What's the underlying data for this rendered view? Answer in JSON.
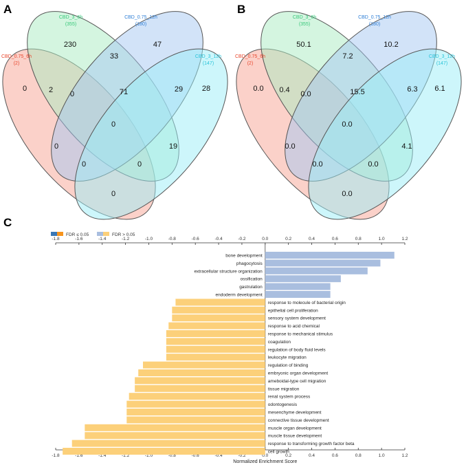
{
  "panels": {
    "a": "A",
    "b": "B",
    "c": "C"
  },
  "venn_sets": [
    {
      "name": "CBD_0.75_6h",
      "count": "(2)",
      "color": "#e8452c",
      "fill": "#f7a494"
    },
    {
      "name": "CBD_3_6h",
      "count": "(355)",
      "color": "#37c77a",
      "fill": "#a9ecc1"
    },
    {
      "name": "CBD_0.75_12h",
      "count": "(180)",
      "color": "#2f7fd6",
      "fill": "#a6c8f1"
    },
    {
      "name": "CBD_3_12h",
      "count": "(147)",
      "color": "#29c3d8",
      "fill": "#9beef7"
    }
  ],
  "chart_data": [
    {
      "type": "venn",
      "panel": "A",
      "sets": [
        "CBD_0.75_6h",
        "CBD_3_6h",
        "CBD_0.75_12h",
        "CBD_3_12h"
      ],
      "set_sizes": [
        2,
        355,
        180,
        147
      ],
      "regions": [
        {
          "sets": [
            "CBD_0.75_6h"
          ],
          "value": "0"
        },
        {
          "sets": [
            "CBD_3_6h"
          ],
          "value": "230"
        },
        {
          "sets": [
            "CBD_0.75_12h"
          ],
          "value": "47"
        },
        {
          "sets": [
            "CBD_3_12h"
          ],
          "value": "28"
        },
        {
          "sets": [
            "CBD_0.75_6h",
            "CBD_3_6h"
          ],
          "value": "2"
        },
        {
          "sets": [
            "CBD_3_6h",
            "CBD_0.75_12h"
          ],
          "value": "33"
        },
        {
          "sets": [
            "CBD_0.75_12h",
            "CBD_3_12h"
          ],
          "value": "29"
        },
        {
          "sets": [
            "CBD_0.75_6h",
            "CBD_3_6h",
            "CBD_0.75_12h"
          ],
          "value": "0"
        },
        {
          "sets": [
            "CBD_3_6h",
            "CBD_0.75_12h",
            "CBD_3_12h"
          ],
          "value": "71"
        },
        {
          "sets": [
            "CBD_0.75_6h",
            "CBD_0.75_12h"
          ],
          "value": "0"
        },
        {
          "sets": [
            "CBD_0.75_6h",
            "CBD_3_6h",
            "CBD_0.75_12h",
            "CBD_3_12h"
          ],
          "value": "0"
        },
        {
          "sets": [
            "CBD_3_6h",
            "CBD_3_12h"
          ],
          "value": "19"
        },
        {
          "sets": [
            "CBD_0.75_6h",
            "CBD_0.75_12h",
            "CBD_3_12h"
          ],
          "value": "0"
        },
        {
          "sets": [
            "CBD_0.75_6h",
            "CBD_3_6h",
            "CBD_3_12h"
          ],
          "value": "0"
        },
        {
          "sets": [
            "CBD_0.75_6h",
            "CBD_3_12h"
          ],
          "value": "0"
        }
      ]
    },
    {
      "type": "venn",
      "panel": "B",
      "sets": [
        "CBD_0.75_6h",
        "CBD_3_6h",
        "CBD_0.75_12h",
        "CBD_3_12h"
      ],
      "set_sizes": [
        2,
        355,
        180,
        147
      ],
      "regions": [
        {
          "sets": [
            "CBD_0.75_6h"
          ],
          "value": "0.0"
        },
        {
          "sets": [
            "CBD_3_6h"
          ],
          "value": "50.1"
        },
        {
          "sets": [
            "CBD_0.75_12h"
          ],
          "value": "10.2"
        },
        {
          "sets": [
            "CBD_3_12h"
          ],
          "value": "6.1"
        },
        {
          "sets": [
            "CBD_0.75_6h",
            "CBD_3_6h"
          ],
          "value": "0.4"
        },
        {
          "sets": [
            "CBD_3_6h",
            "CBD_0.75_12h"
          ],
          "value": "7.2"
        },
        {
          "sets": [
            "CBD_0.75_12h",
            "CBD_3_12h"
          ],
          "value": "6.3"
        },
        {
          "sets": [
            "CBD_0.75_6h",
            "CBD_3_6h",
            "CBD_0.75_12h"
          ],
          "value": "0.0"
        },
        {
          "sets": [
            "CBD_3_6h",
            "CBD_0.75_12h",
            "CBD_3_12h"
          ],
          "value": "15.5"
        },
        {
          "sets": [
            "CBD_0.75_6h",
            "CBD_0.75_12h"
          ],
          "value": "0.0"
        },
        {
          "sets": [
            "CBD_0.75_6h",
            "CBD_3_6h",
            "CBD_0.75_12h",
            "CBD_3_12h"
          ],
          "value": "0.0"
        },
        {
          "sets": [
            "CBD_3_6h",
            "CBD_3_12h"
          ],
          "value": "4.1"
        },
        {
          "sets": [
            "CBD_0.75_6h",
            "CBD_0.75_12h",
            "CBD_3_12h"
          ],
          "value": "0.0"
        },
        {
          "sets": [
            "CBD_0.75_6h",
            "CBD_3_6h",
            "CBD_3_12h"
          ],
          "value": "0.0"
        },
        {
          "sets": [
            "CBD_0.75_6h",
            "CBD_3_12h"
          ],
          "value": "0.0"
        }
      ]
    },
    {
      "type": "bar",
      "panel": "C",
      "orientation": "horizontal",
      "xlabel": "Normalized Enrichment Score",
      "xlim": [
        -1.8,
        1.2
      ],
      "ticks": [
        "-1.8",
        "-1.6",
        "-1.4",
        "-1.2",
        "-1.0",
        "-0.8",
        "-0.6",
        "-0.4",
        "-0.2",
        "0.0",
        "0.2",
        "0.4",
        "0.6",
        "0.8",
        "1.0",
        "1.2"
      ],
      "legend": {
        "position": "top-left",
        "items": [
          {
            "label": "FDR ≤ 0.05",
            "colors": [
              "#3a78b6",
              "#f7941d"
            ]
          },
          {
            "label": "FDR > 0.05",
            "colors": [
              "#a9bedf",
              "#fcd07a"
            ]
          }
        ]
      },
      "categories": [
        "bone development",
        "phagocytosis",
        "extracellular structure organization",
        "ossification",
        "gastrulation",
        "endoderm development",
        "response to molecule of bacterial origin",
        "epithelial cell proliferation",
        "sensory system development",
        "response to acid chemical",
        "response to mechanical stimulus",
        "coagulation",
        "regulation of body fluid levels",
        "leukocyte migration",
        "regulation of binding",
        "embryonic organ development",
        "ameboidal-type cell migration",
        "tissue migration",
        "renal system process",
        "odontogenesis",
        "mesenchyme development",
        "connective tissue development",
        "muscle organ development",
        "muscle tissue development",
        "response to transforming growth factor beta",
        "cell growth"
      ],
      "values": [
        1.11,
        0.99,
        0.88,
        0.65,
        0.56,
        0.56,
        -0.77,
        -0.8,
        -0.8,
        -0.83,
        -0.85,
        -0.85,
        -0.85,
        -0.85,
        -1.05,
        -1.09,
        -1.12,
        -1.12,
        -1.17,
        -1.19,
        -1.19,
        -1.19,
        -1.55,
        -1.55,
        -1.66,
        -1.74
      ],
      "colors": {
        "positive": "#a9bedf",
        "negative": "#fcd07a"
      }
    }
  ]
}
